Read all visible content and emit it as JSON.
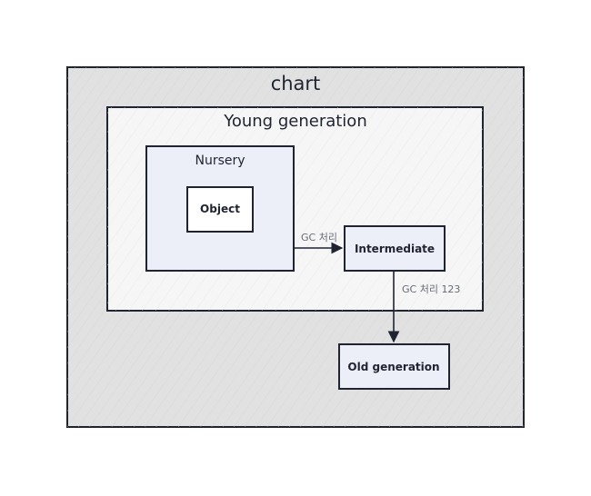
{
  "diagram": {
    "title": "chart",
    "young_generation": "Young generation",
    "nursery": "Nursery",
    "object": "Object",
    "intermediate": "Intermediate",
    "old_generation": "Old generation",
    "edge_nursery_to_intermediate": "GC 처리",
    "edge_intermediate_to_old": "GC 처리 123"
  },
  "colors": {
    "outer_fill": "#e1e1e1",
    "young_fill": "#f6f6f6",
    "node_fill": "#eceff8",
    "stroke": "#1f2430"
  }
}
